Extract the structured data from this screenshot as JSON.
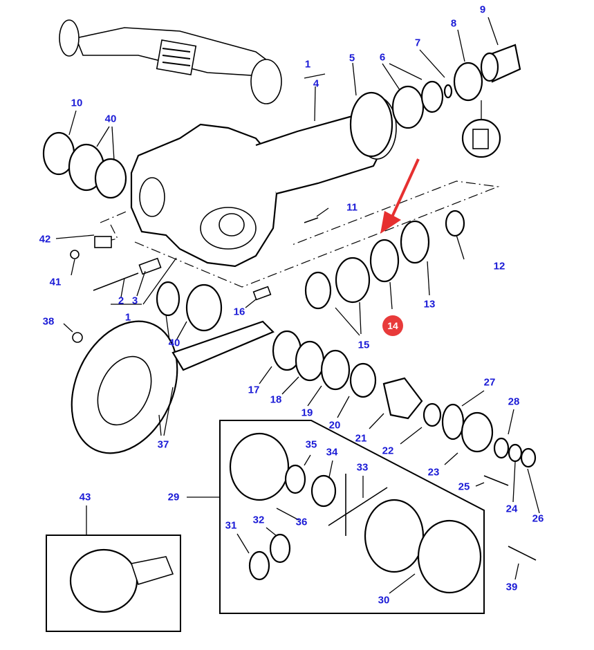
{
  "diagram": {
    "title": "Exploded parts diagram - axle differential assembly",
    "highlight": {
      "part": "14",
      "color": "#e83a3a",
      "arrow_color": "#e63030"
    },
    "label_color": "#1a1ad6",
    "labels": [
      {
        "id": "1",
        "text": "1"
      },
      {
        "id": "4",
        "text": "4"
      },
      {
        "id": "5",
        "text": "5"
      },
      {
        "id": "6",
        "text": "6"
      },
      {
        "id": "7",
        "text": "7"
      },
      {
        "id": "8",
        "text": "8"
      },
      {
        "id": "9",
        "text": "9"
      },
      {
        "id": "10",
        "text": "10"
      },
      {
        "id": "40a",
        "text": "40"
      },
      {
        "id": "11",
        "text": "11"
      },
      {
        "id": "12",
        "text": "12"
      },
      {
        "id": "13",
        "text": "13"
      },
      {
        "id": "42",
        "text": "42"
      },
      {
        "id": "41",
        "text": "41"
      },
      {
        "id": "2",
        "text": "2"
      },
      {
        "id": "3",
        "text": "3"
      },
      {
        "id": "1b",
        "text": "1"
      },
      {
        "id": "16",
        "text": "16"
      },
      {
        "id": "38",
        "text": "38"
      },
      {
        "id": "40b",
        "text": "40"
      },
      {
        "id": "15",
        "text": "15"
      },
      {
        "id": "17",
        "text": "17"
      },
      {
        "id": "18",
        "text": "18"
      },
      {
        "id": "19",
        "text": "19"
      },
      {
        "id": "20",
        "text": "20"
      },
      {
        "id": "21",
        "text": "21"
      },
      {
        "id": "22",
        "text": "22"
      },
      {
        "id": "23",
        "text": "23"
      },
      {
        "id": "27",
        "text": "27"
      },
      {
        "id": "28",
        "text": "28"
      },
      {
        "id": "24",
        "text": "24"
      },
      {
        "id": "25",
        "text": "25"
      },
      {
        "id": "26",
        "text": "26"
      },
      {
        "id": "37",
        "text": "37"
      },
      {
        "id": "43",
        "text": "43"
      },
      {
        "id": "29",
        "text": "29"
      },
      {
        "id": "35",
        "text": "35"
      },
      {
        "id": "34",
        "text": "34"
      },
      {
        "id": "33",
        "text": "33"
      },
      {
        "id": "36",
        "text": "36"
      },
      {
        "id": "31",
        "text": "31"
      },
      {
        "id": "32",
        "text": "32"
      },
      {
        "id": "30",
        "text": "30"
      },
      {
        "id": "39",
        "text": "39"
      }
    ],
    "highlighted_label": "14"
  }
}
